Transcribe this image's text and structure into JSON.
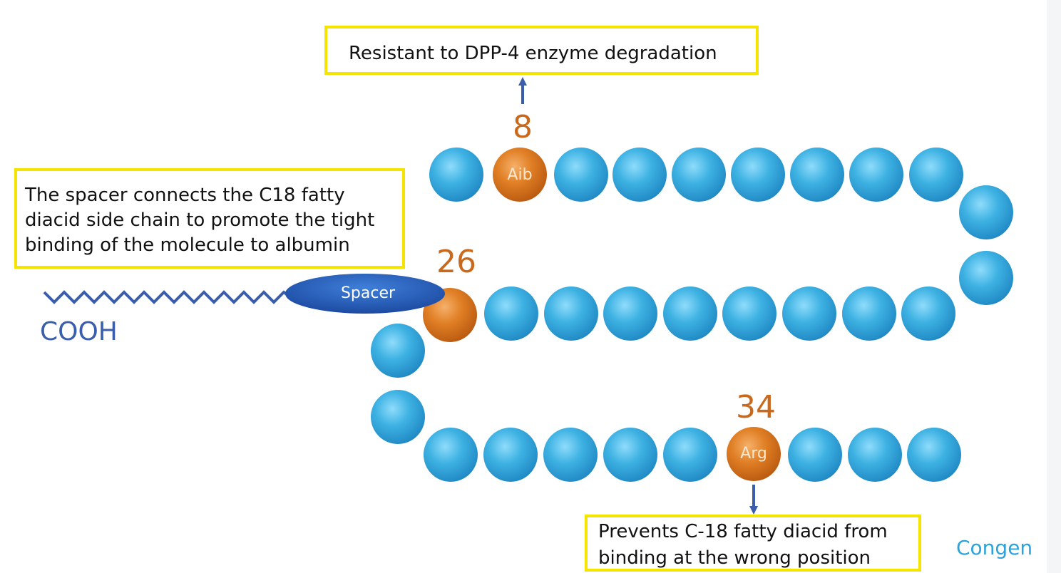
{
  "colors": {
    "residue_blue": "#33a9dc",
    "residue_orange": "#dd7a1e",
    "number_orange": "#c8691d",
    "chain_blue": "#3a5eab",
    "spacer_blue": "#1f55b4",
    "callout_border": "#f5e300",
    "brand_blue": "#2aa3dd"
  },
  "callouts": {
    "top": [
      "Resistant to DPP-4 enzyme degradation"
    ],
    "left": [
      "The spacer connects the C18 fatty",
      "diacid side chain to promote the tight",
      "binding of the molecule to albumin"
    ],
    "bottom": [
      "Prevents C-18 fatty diacid from",
      "binding at the wrong position"
    ]
  },
  "residues": {
    "aib": {
      "label": "Aib",
      "number": "8"
    },
    "lys26": {
      "label": "",
      "number": "26"
    },
    "arg": {
      "label": "Arg",
      "number": "34"
    }
  },
  "side_chain": {
    "spacer_label": "Spacer",
    "acid_label": "COOH"
  },
  "brand": "Congen"
}
